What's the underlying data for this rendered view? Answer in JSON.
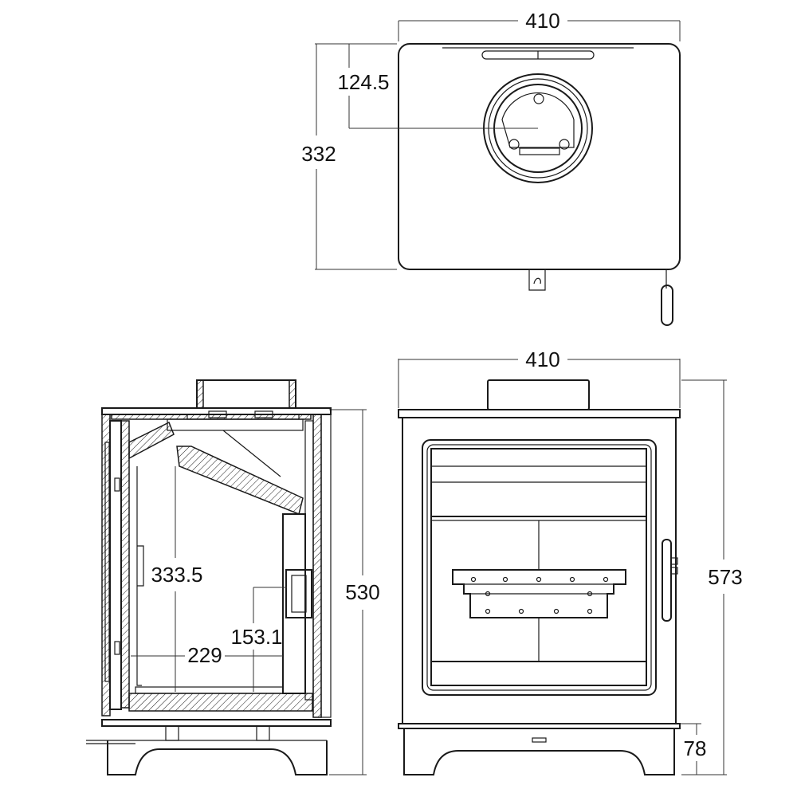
{
  "dimensions": {
    "top_width": "410",
    "top_depth": "332",
    "top_flue_offset": "124.5",
    "front_width": "410",
    "front_height": "573",
    "leg_height": "78",
    "side_height": "530",
    "side_inner_height": "333.5",
    "side_inner_depth": "229",
    "side_rear_offset": "153.1"
  },
  "colors": {
    "line": "#1a1a1a",
    "background": "#ffffff"
  }
}
